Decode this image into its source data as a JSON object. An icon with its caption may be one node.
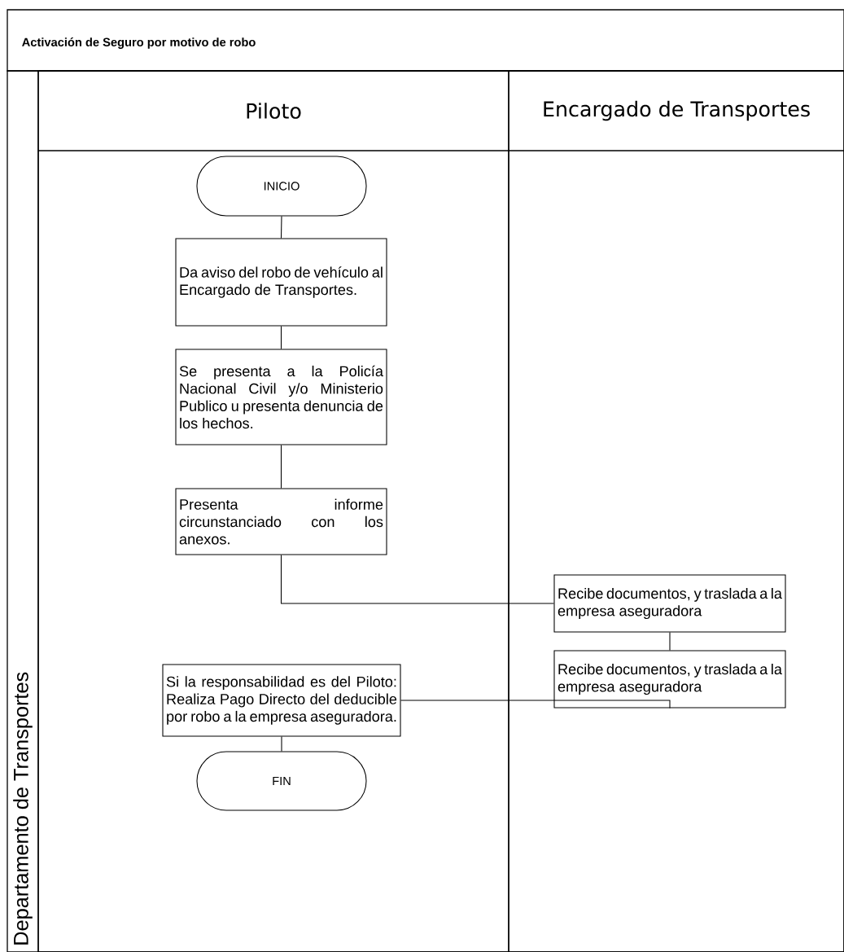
{
  "diagram": {
    "title": "Activación de Seguro por motivo de robo",
    "nodes": [
      {
        "text": [
          "Departamento de Transportes"
        ]
      },
      {
        "text": [
          "Piloto"
        ],
        "in": 0
      },
      {
        "text": [
          "Encargado de Transportes"
        ],
        "in": 0
      },
      {
        "text": [
          "INICIO"
        ],
        "in": 1
      },
      {
        "text": [
          "Da aviso del robo de vehículo al Encargado de Transportes."
        ],
        "in": 1
      },
      {
        "text": [
          "Se presenta a la Policía Nacional Civil y/o Ministerio Publico u presenta denuncia de los hechos."
        ],
        "in": 1
      },
      {
        "text": [
          "Presenta informe circunstanciado con los anexos."
        ],
        "in": 1
      },
      {
        "text": [
          "Recibe documentos, y traslada a la empresa aseguradora"
        ],
        "in": 2
      },
      {
        "text": [
          "Recibe documentos, y traslada a la empresa aseguradora"
        ],
        "in": 2
      },
      {
        "text": [
          "Si la responsabilidad es del Piloto: Realiza Pago Directo del deducible por robo a la empresa aseguradora."
        ],
        "in": 1
      },
      {
        "text": [
          "FIN"
        ],
        "in": 1
      }
    ],
    "edges": [
      {
        "from": 3,
        "to": 4,
        "arrow": "none"
      },
      {
        "from": 4,
        "to": 5,
        "arrow": "none"
      },
      {
        "from": 5,
        "to": 6,
        "arrow": "none"
      },
      {
        "from": 6,
        "to": 7,
        "arrow": "none"
      },
      {
        "from": 7,
        "to": 8,
        "arrow": "none"
      },
      {
        "from": 8,
        "to": 9,
        "arrow": "none"
      },
      {
        "from": 9,
        "to": 10,
        "arrow": "none"
      }
    ]
  }
}
